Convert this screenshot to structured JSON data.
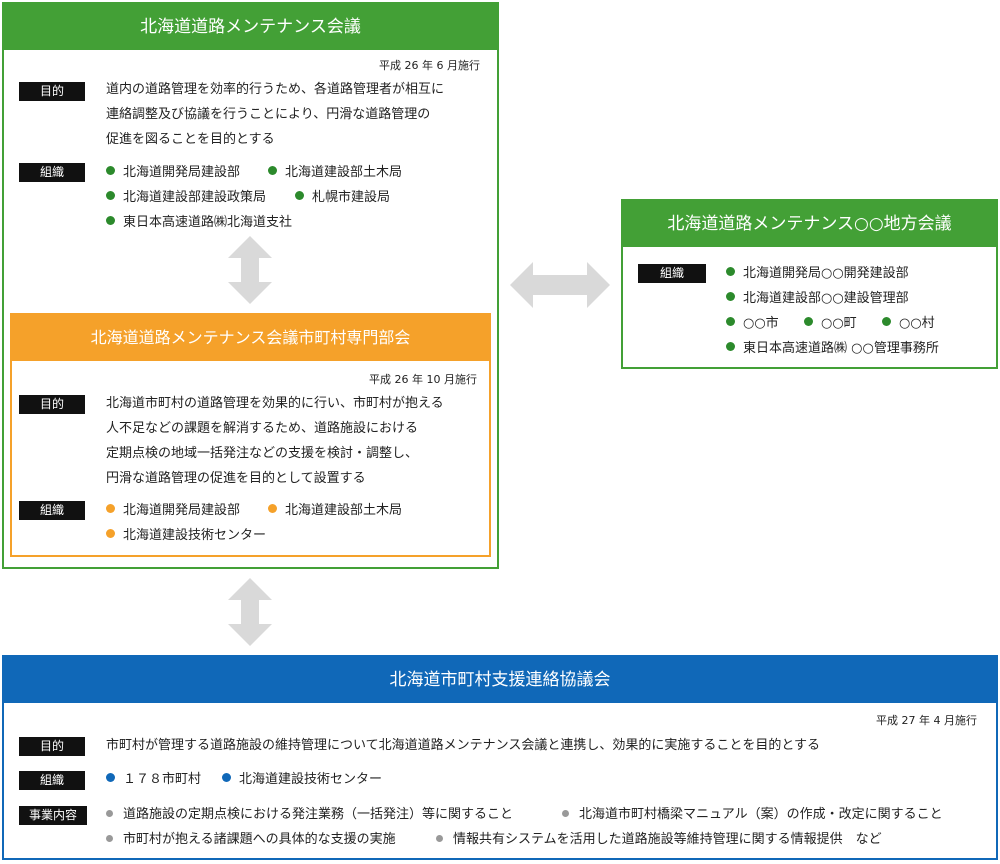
{
  "hokkaido_council": {
    "title": "北海道道路メンテナンス会議",
    "enforced": "平成 26 年 6 月施行",
    "purpose_label": "目的",
    "purpose_lines": [
      "道内の道路管理を効率的行うため、各道路管理者が相互に",
      "連絡調整及び協議を行うことにより、円滑な道路管理の",
      "促進を図ることを目的とする"
    ],
    "org_label": "組織",
    "orgs": [
      "北海道開発局建設部",
      "北海道建設部土木局",
      "北海道建設部建設政策局",
      "札幌市建設局",
      "東日本高速道路㈱北海道支社"
    ]
  },
  "municipal_subcommittee": {
    "title": "北海道道路メンテナンス会議市町村専門部会",
    "enforced": "平成 26 年 10 月施行",
    "purpose_label": "目的",
    "purpose_lines": [
      "北海道市町村の道路管理を効果的に行い、市町村が抱える",
      "人不足などの課題を解消するため、道路施設における",
      "定期点検の地域一括発注などの支援を検討・調整し、",
      "円滑な道路管理の促進を目的として設置する"
    ],
    "org_label": "組織",
    "orgs": [
      "北海道開発局建設部",
      "北海道建設部土木局",
      "北海道建設技術センター"
    ]
  },
  "regional_council": {
    "title": "北海道道路メンテナンス○○地方会議",
    "org_label": "組織",
    "orgs": [
      "北海道開発局○○開発建設部",
      "北海道建設部○○建設管理部",
      "○○市",
      "○○町",
      "○○村",
      "東日本高速道路㈱ ○○管理事務所"
    ]
  },
  "liaison_council": {
    "title": "北海道市町村支援連絡協議会",
    "enforced": "平成 27 年 4 月施行",
    "purpose_label": "目的",
    "purpose": "市町村が管理する道路施設の維持管理について北海道道路メンテナンス会議と連携し、効果的に実施することを目的とする",
    "org_label": "組織",
    "orgs": [
      "１７８市町村",
      "北海道建設技術センター"
    ],
    "business_label": "事業内容",
    "business": [
      "道路施設の定期点検における発注業務（一括発注）等に関すること",
      "北海道市町村橋梁マニュアル（案）の作成・改定に関すること",
      "市町村が抱える諸課題への具体的な支援の実施",
      "情報共有システムを活用した道路施設等維持管理に関する情報提供　など"
    ]
  },
  "colors": {
    "green": "#43a036",
    "orange": "#f5a12a",
    "blue": "#1068b8",
    "arrow": "#d9d9d9"
  }
}
